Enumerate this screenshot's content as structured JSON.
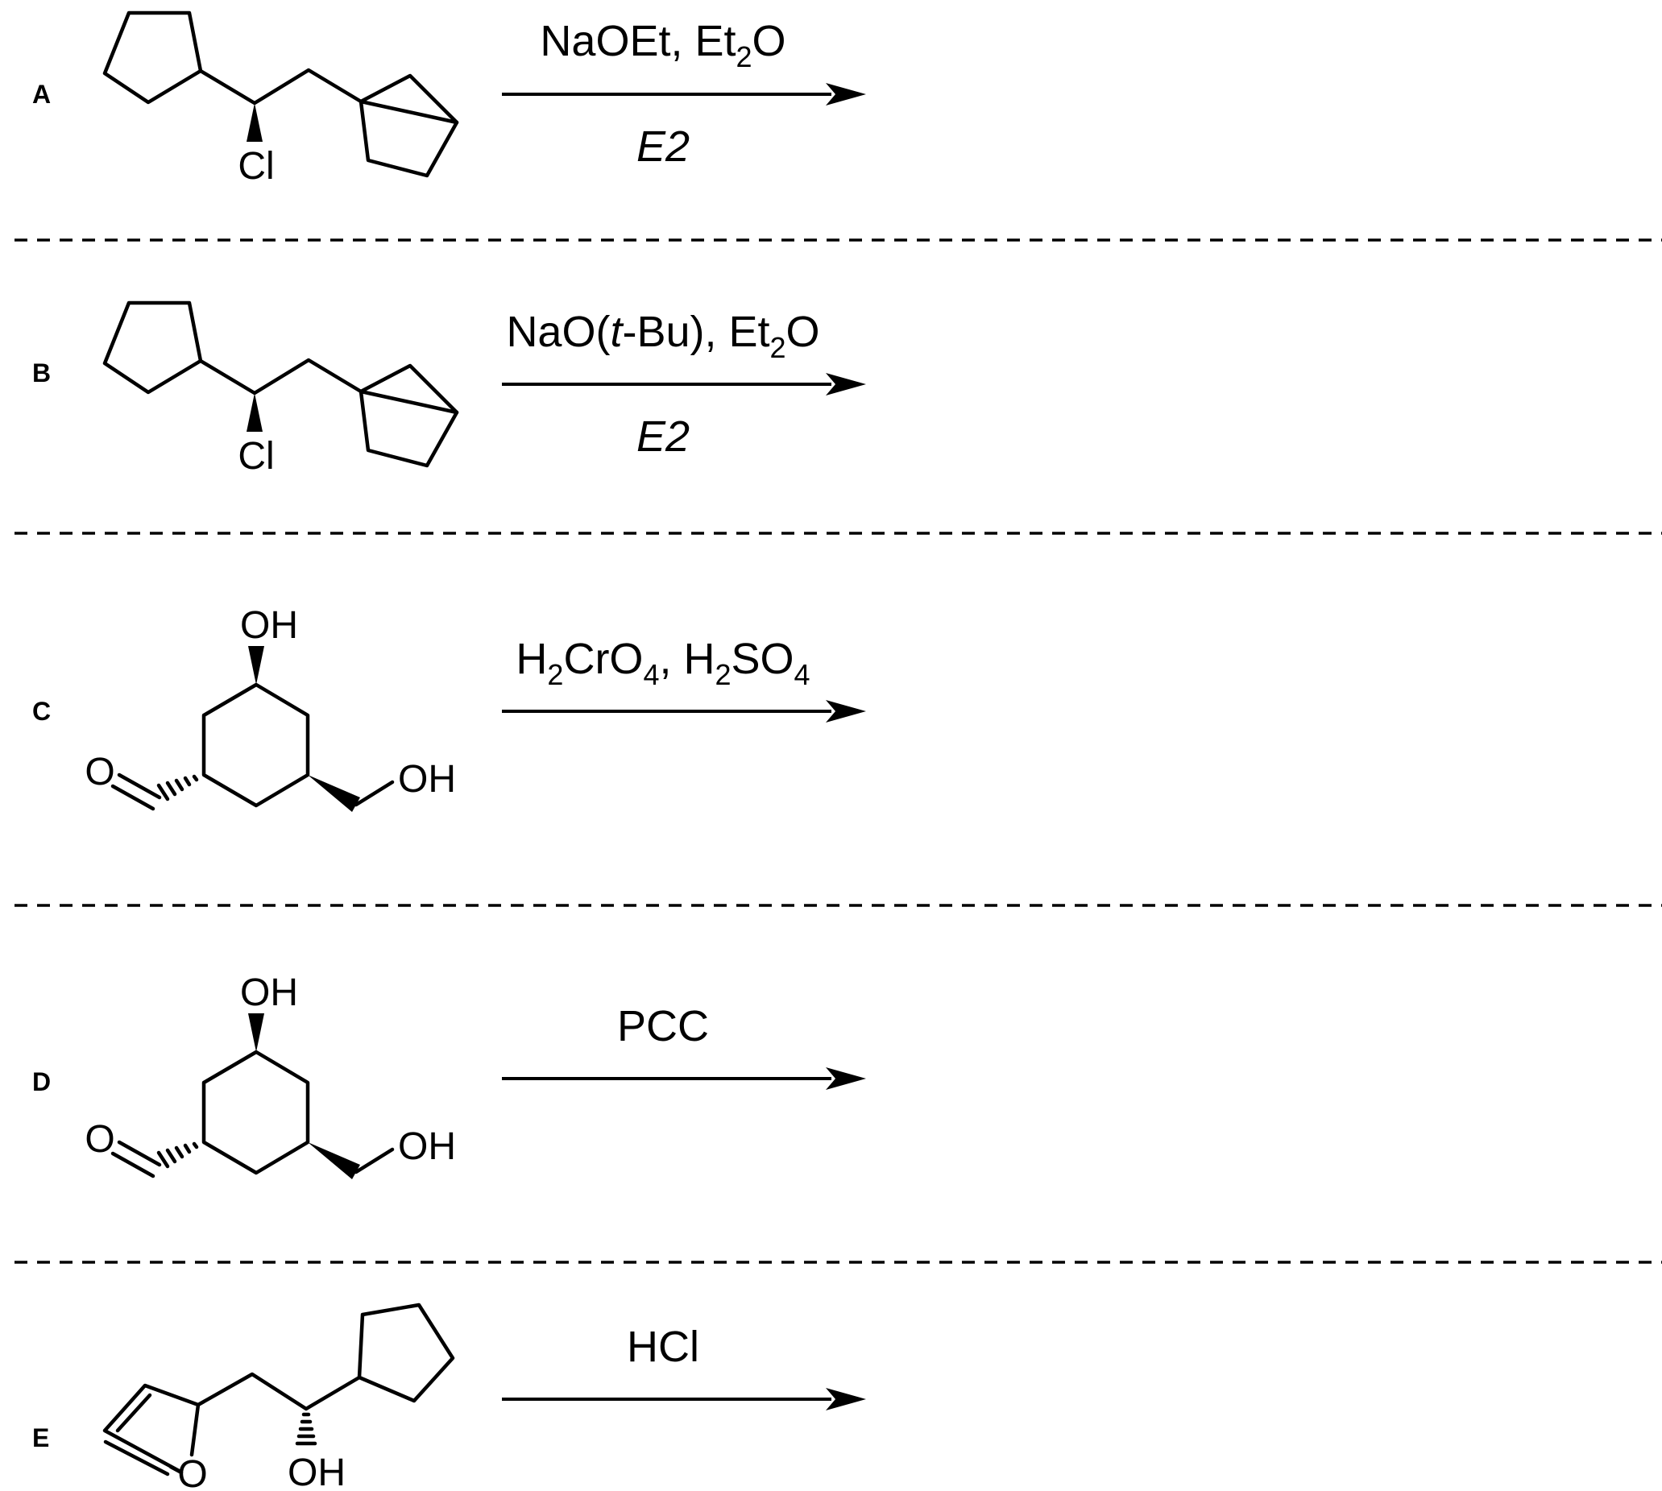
{
  "reactions": [
    {
      "label": "A",
      "reagent_parts": [
        "NaOEt, Et",
        "2",
        "O"
      ],
      "condition": "E2",
      "substituent": "Cl"
    },
    {
      "label": "B",
      "reagent_parts": [
        "NaO(",
        "t",
        "-Bu), Et",
        "2",
        "O"
      ],
      "condition": "E2",
      "substituent": "Cl"
    },
    {
      "label": "C",
      "reagent_parts": [
        "H",
        "2",
        "CrO",
        "4",
        ", H",
        "2",
        "SO",
        "4"
      ],
      "atoms": {
        "top": "OH",
        "right": "OH",
        "left": "O"
      }
    },
    {
      "label": "D",
      "reagent": "PCC",
      "atoms": {
        "top": "OH",
        "right": "OH",
        "left": "O"
      }
    },
    {
      "label": "E",
      "reagent": "HCl",
      "atoms": {
        "ring": "O",
        "bottom": "OH"
      }
    }
  ]
}
